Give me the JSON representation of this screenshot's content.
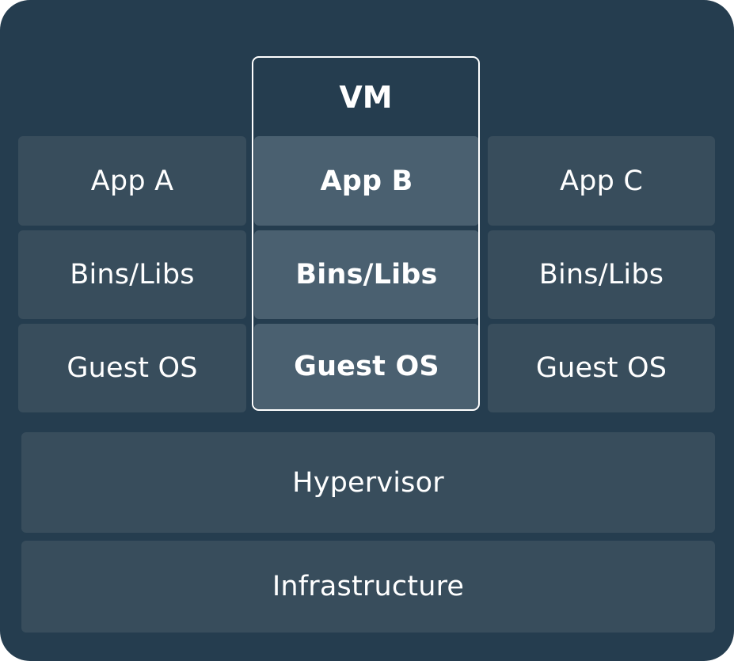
{
  "diagram": {
    "vm_label": "VM",
    "columns": [
      {
        "app": "App A",
        "bins": "Bins/Libs",
        "os": "Guest OS"
      },
      {
        "app": "App B",
        "bins": "Bins/Libs",
        "os": "Guest OS"
      },
      {
        "app": "App C",
        "bins": "Bins/Libs",
        "os": "Guest OS"
      }
    ],
    "hypervisor": "Hypervisor",
    "infrastructure": "Infrastructure"
  },
  "colors": {
    "background": "#253d4f",
    "block": "#384d5c",
    "highlighted_block": "#4a6070",
    "text": "#ffffff",
    "vm_border": "#ffffff"
  }
}
